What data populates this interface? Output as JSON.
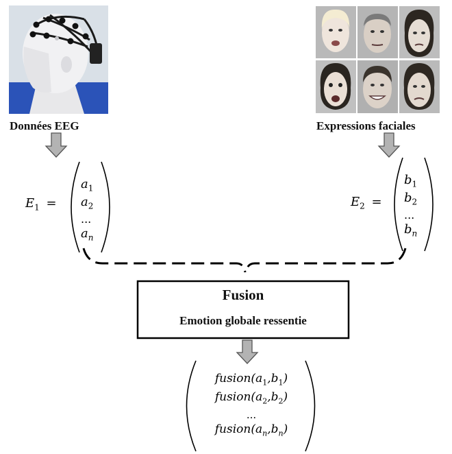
{
  "left_source": {
    "label": "Données EEG",
    "image_icon": "eeg-headset-mannequin-photo"
  },
  "right_source": {
    "label": "Expressions faciales",
    "image_icon": "facial-expressions-photo-grid"
  },
  "left_vector": {
    "name": "E",
    "name_sub": "1",
    "equals": "=",
    "entries": [
      {
        "base": "a",
        "sub": "1"
      },
      {
        "base": "a",
        "sub": "2"
      },
      {
        "base": "...",
        "sub": ""
      },
      {
        "base": "a",
        "sub": "n"
      }
    ]
  },
  "right_vector": {
    "name": "E",
    "name_sub": "2",
    "equals": "=",
    "entries": [
      {
        "base": "b",
        "sub": "1"
      },
      {
        "base": "b",
        "sub": "2"
      },
      {
        "base": "...",
        "sub": ""
      },
      {
        "base": "b",
        "sub": "n"
      }
    ]
  },
  "fusion_box": {
    "title": "Fusion",
    "subtitle": "Emotion globale ressentie"
  },
  "result_vector": {
    "entries": [
      {
        "fn": "fusion(",
        "a": "a",
        "a_sub": "1",
        "comma": ",",
        "b": "b",
        "b_sub": "1",
        "close": ")"
      },
      {
        "fn": "fusion(",
        "a": "a",
        "a_sub": "2",
        "comma": ",",
        "b": "b",
        "b_sub": "2",
        "close": ")"
      },
      {
        "ellipsis": "..."
      },
      {
        "fn": "fusion(",
        "a": "a",
        "a_sub": "n",
        "comma": ",",
        "b": "b",
        "b_sub": "n",
        "close": ")"
      }
    ]
  },
  "colors": {
    "arrow_fill": "#b3b3b3",
    "arrow_stroke": "#555555",
    "line": "#000000",
    "photo_bg_left": "#d8dfe6",
    "photo_blue": "#2b53b8"
  }
}
